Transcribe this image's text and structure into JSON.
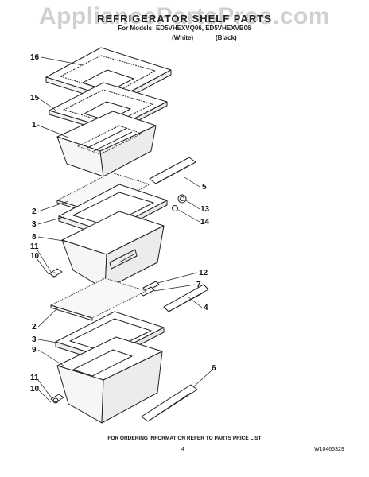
{
  "watermark": "AppliancePartsPros.com",
  "header": {
    "title": "REFRIGERATOR SHELF PARTS",
    "models": "For Models: ED5VHEXVQ06, ED5VHEXVB06",
    "color_white": "(White)",
    "color_black": "(Black)"
  },
  "callouts": [
    "16",
    "15",
    "1",
    "5",
    "2",
    "3",
    "13",
    "14",
    "8",
    "11",
    "10",
    "12",
    "7",
    "4",
    "2",
    "3",
    "9",
    "6",
    "11",
    "10"
  ],
  "footer": {
    "note": "FOR ORDERING INFORMATION REFER TO PARTS PRICE LIST",
    "page": "4",
    "code": "W10465329"
  }
}
